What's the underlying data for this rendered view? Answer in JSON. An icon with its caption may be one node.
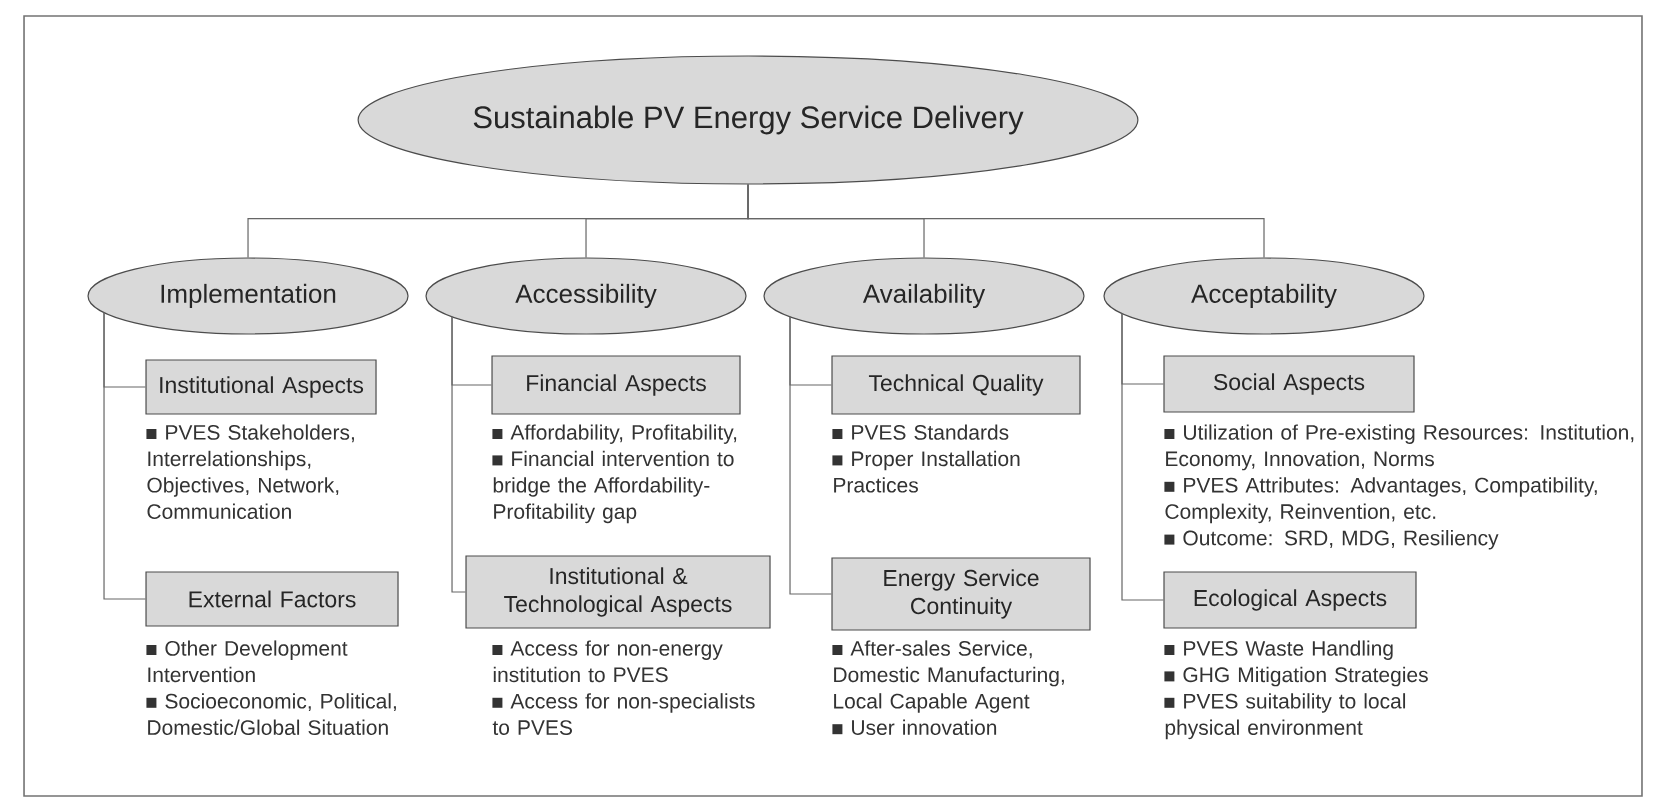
{
  "diagram": {
    "nodes": [
      {
        "text": [
          "Sustainable PV Energy Service Delivery"
        ]
      },
      {
        "text": [
          "Implementation"
        ]
      },
      {
        "text": [
          "Accessibility"
        ]
      },
      {
        "text": [
          "Availability"
        ]
      },
      {
        "text": [
          "Acceptability"
        ]
      },
      {
        "text": [
          "Institutional Aspects"
        ],
        "beside": [
          "PVES Stakeholders, Interrelationships, Objectives, Network, Communication"
        ]
      },
      {
        "text": [
          "External Factors"
        ],
        "beside": [
          "Other Development Intervention",
          "Socioeconomic, Political, Domestic/Global Situation"
        ]
      },
      {
        "text": [
          "Financial Aspects"
        ],
        "beside": [
          "Affordability, Profitability,",
          "Financial intervention to bridge the Affordability-Profitability gap"
        ]
      },
      {
        "text": [
          "Institutional & Technological Aspects"
        ],
        "beside": [
          "Access for non-energy institution to PVES",
          "Access for non-specialists to PVES"
        ]
      },
      {
        "text": [
          "Technical Quality"
        ],
        "beside": [
          "PVES Standards",
          "Proper Installation Practices"
        ]
      },
      {
        "text": [
          "Energy Service Continuity"
        ],
        "beside": [
          "After-sales Service, Domestic Manufacturing, Local Capable Agent",
          "User innovation"
        ]
      },
      {
        "text": [
          "Social Aspects"
        ],
        "beside": [
          "Utilization of Pre-existing Resources: Institution, Economy, Innovation, Norms",
          "PVES Attributes: Advantages, Compatibility, Complexity, Reinvention, etc.",
          "Outcome: SRD, MDG, Resiliency"
        ]
      },
      {
        "text": [
          "Ecological Aspects"
        ],
        "beside": [
          "PVES Waste Handling",
          "GHG Mitigation Strategies",
          "PVES suitability to local physical environment"
        ]
      }
    ],
    "edges": [
      {
        "from": 0,
        "to": 1,
        "arrow": "none"
      },
      {
        "from": 0,
        "to": 2,
        "arrow": "none"
      },
      {
        "from": 0,
        "to": 3,
        "arrow": "none"
      },
      {
        "from": 0,
        "to": 4,
        "arrow": "none"
      },
      {
        "from": 1,
        "to": 5,
        "arrow": "none"
      },
      {
        "from": 1,
        "to": 6,
        "arrow": "none"
      },
      {
        "from": 2,
        "to": 7,
        "arrow": "none"
      },
      {
        "from": 2,
        "to": 8,
        "arrow": "none"
      },
      {
        "from": 3,
        "to": 9,
        "arrow": "none"
      },
      {
        "from": 3,
        "to": 10,
        "arrow": "none"
      },
      {
        "from": 4,
        "to": 11,
        "arrow": "none"
      },
      {
        "from": 4,
        "to": 12,
        "arrow": "none"
      }
    ]
  }
}
